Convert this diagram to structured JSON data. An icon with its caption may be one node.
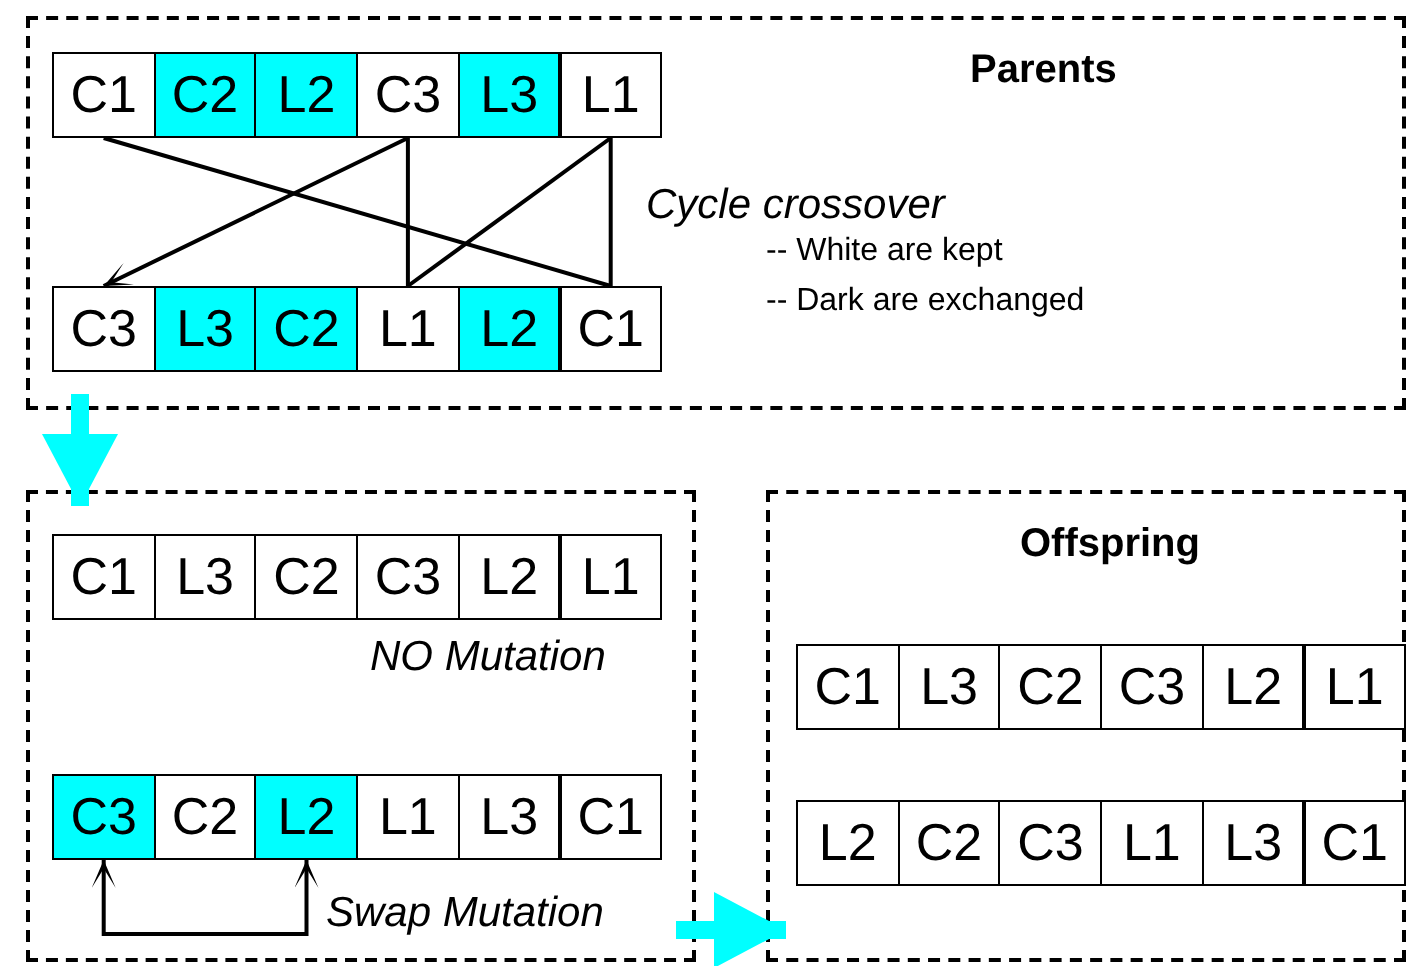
{
  "diagram": {
    "nodes": [
      {
        "text": [
          "Parents"
        ]
      },
      {
        "text": [
          "C1"
        ],
        "in": 0
      },
      {
        "text": [
          "C2"
        ],
        "in": 0
      },
      {
        "text": [
          "L2"
        ],
        "in": 0
      },
      {
        "text": [
          "C3"
        ],
        "in": 0
      },
      {
        "text": [
          "L3"
        ],
        "in": 0
      },
      {
        "text": [
          "L1"
        ],
        "in": 0
      },
      {
        "text": [
          "C3"
        ],
        "in": 0
      },
      {
        "text": [
          "L3"
        ],
        "in": 0
      },
      {
        "text": [
          "C2"
        ],
        "in": 0
      },
      {
        "text": [
          "L1"
        ],
        "in": 0
      },
      {
        "text": [
          "L2"
        ],
        "in": 0
      },
      {
        "text": [
          "C1"
        ],
        "in": 0
      },
      {
        "text": [],
        "shape": "box"
      },
      {
        "text": [
          "C1"
        ],
        "in": 13
      },
      {
        "text": [
          "L3"
        ],
        "in": 13
      },
      {
        "text": [
          "C2"
        ],
        "in": 13
      },
      {
        "text": [
          "C3"
        ],
        "in": 13
      },
      {
        "text": [
          "L2"
        ],
        "in": 13
      },
      {
        "text": [
          "L1"
        ],
        "in": 13
      },
      {
        "text": [
          "C3"
        ],
        "in": 13
      },
      {
        "text": [
          "C2"
        ],
        "in": 13
      },
      {
        "text": [
          "L2"
        ],
        "in": 13
      },
      {
        "text": [
          "L1"
        ],
        "in": 13
      },
      {
        "text": [
          "L3"
        ],
        "in": 13
      },
      {
        "text": [
          "C1"
        ],
        "in": 13
      },
      {
        "text": [
          "Offspring"
        ]
      },
      {
        "text": [
          "C1"
        ],
        "in": 26
      },
      {
        "text": [
          "L3"
        ],
        "in": 26
      },
      {
        "text": [
          "C2"
        ],
        "in": 26
      },
      {
        "text": [
          "C3"
        ],
        "in": 26
      },
      {
        "text": [
          "L2"
        ],
        "in": 26
      },
      {
        "text": [
          "L1"
        ],
        "in": 26
      },
      {
        "text": [
          "L2"
        ],
        "in": 26
      },
      {
        "text": [
          "C2"
        ],
        "in": 26
      },
      {
        "text": [
          "C3"
        ],
        "in": 26
      },
      {
        "text": [
          "L1"
        ],
        "in": 26
      },
      {
        "text": [
          "L3"
        ],
        "in": 26
      },
      {
        "text": [
          "C1"
        ],
        "in": 26
      }
    ],
    "edges": [
      {
        "from": 1,
        "to": 12,
        "arrow": "none"
      },
      {
        "from": 12,
        "to": 6,
        "arrow": "none"
      },
      {
        "from": 6,
        "to": 10,
        "arrow": "none"
      },
      {
        "from": 10,
        "to": 4,
        "arrow": "none"
      },
      {
        "from": 4,
        "to": 7,
        "arrow": "to"
      },
      {
        "from": 20,
        "to": 22,
        "arrow": "both"
      },
      {
        "from": 0,
        "to": 13,
        "arrow": "to",
        "style": "thick",
        "color": "#00ffff"
      },
      {
        "from": 13,
        "to": 26,
        "arrow": "to",
        "style": "thick",
        "color": "#00ffff"
      }
    ],
    "labels": [
      "Cycle crossover",
      "-- White are kept",
      "-- Dark are exchanged",
      "NO Mutation",
      "Swap Mutation"
    ]
  }
}
